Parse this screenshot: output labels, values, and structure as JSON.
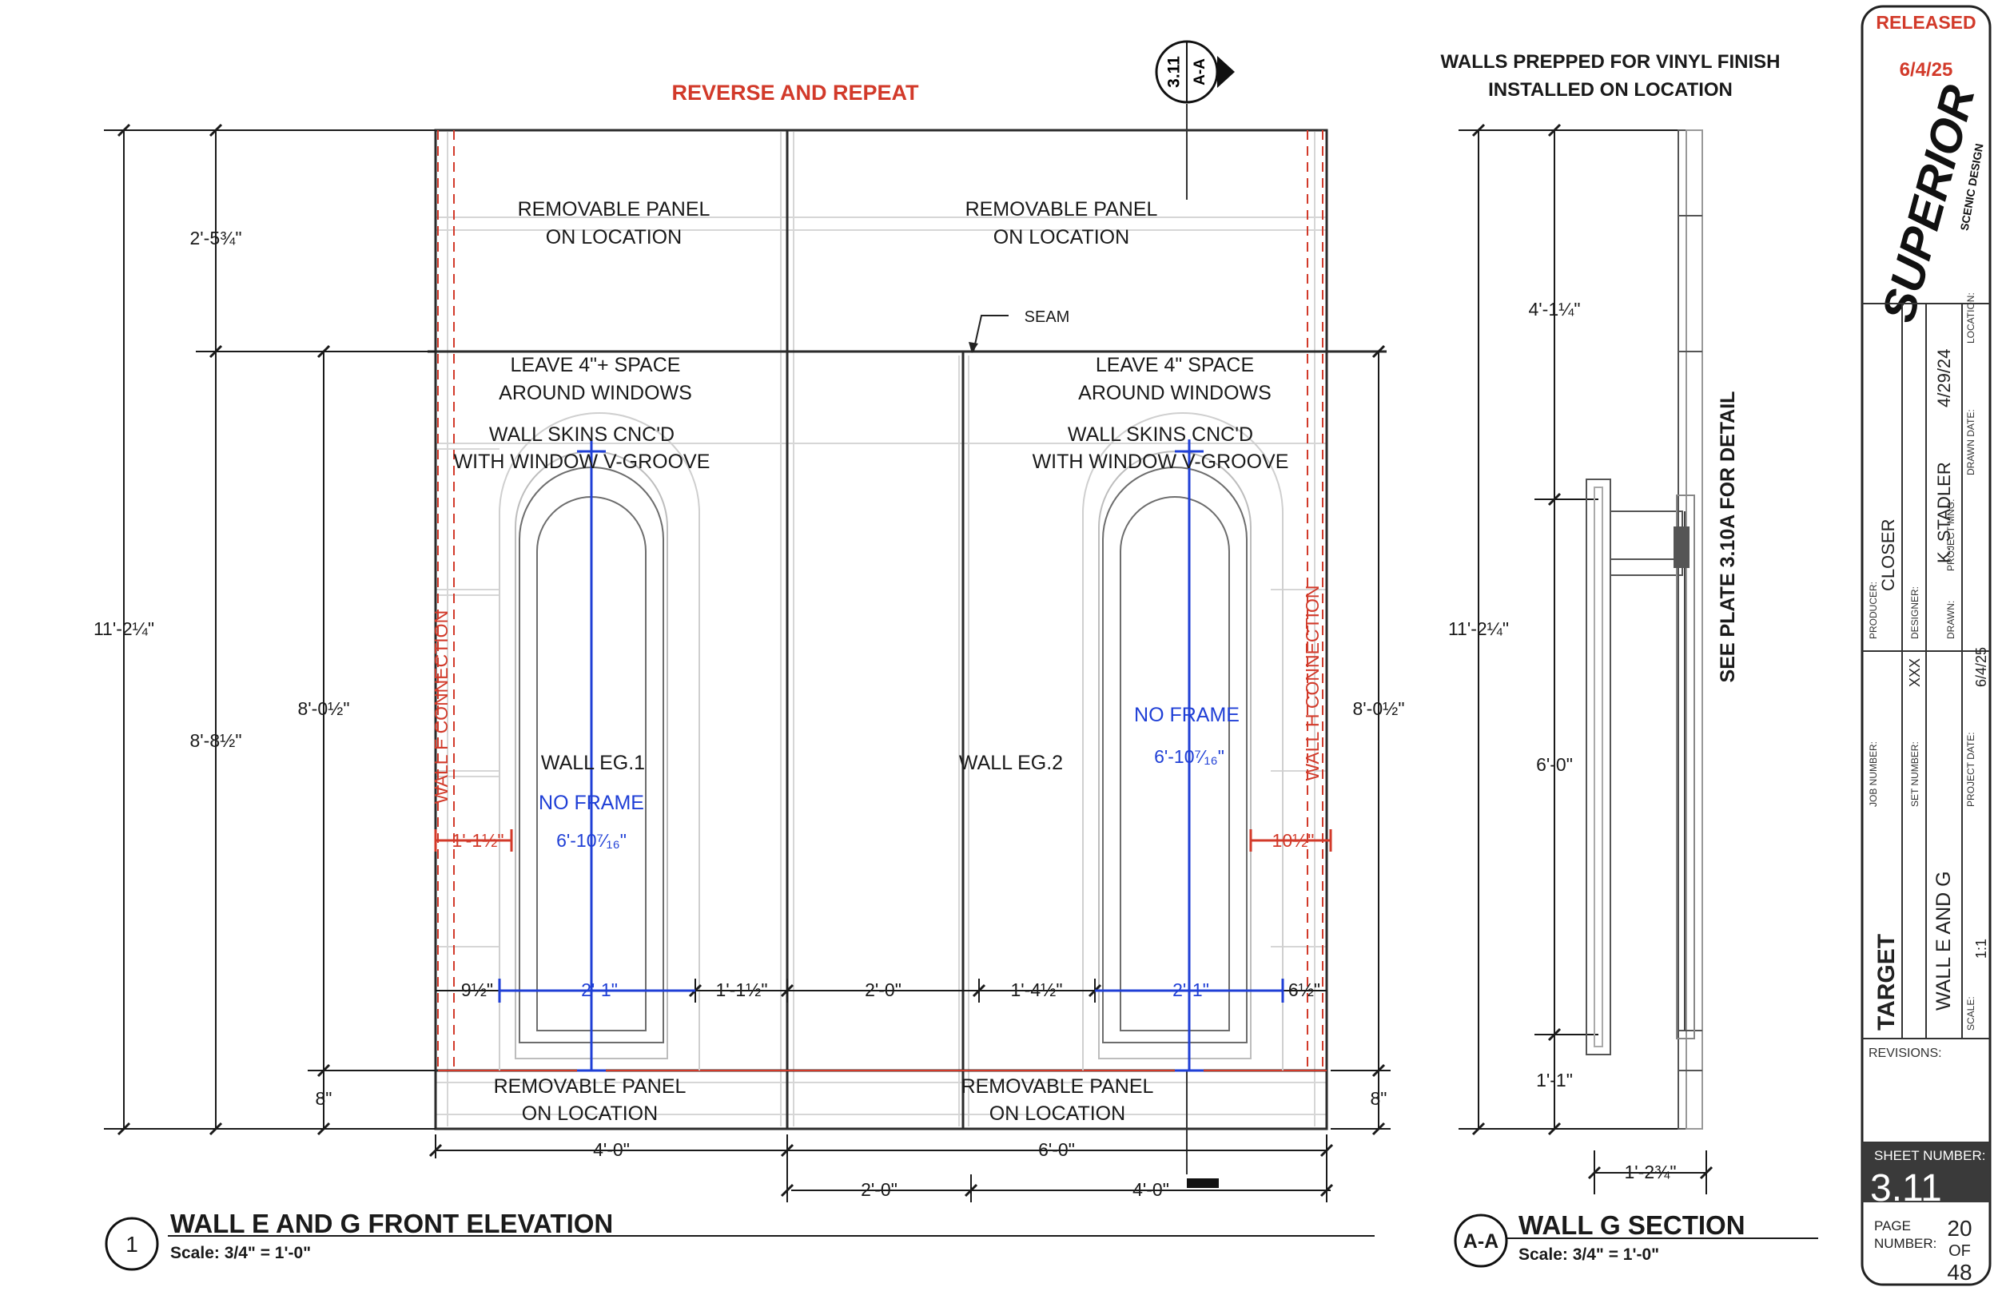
{
  "colors": {
    "ink": "#1a1a1a",
    "red": "#d23a2a",
    "blue": "#1f3fd6",
    "grey": "#9a9a9a",
    "lightgrey": "#cfcfcf",
    "panel": "#3a3a3a"
  },
  "notes": {
    "reverse_repeat": "REVERSE AND REPEAT",
    "vinyl_1": "WALLS PREPPED FOR VINYL FINISH",
    "vinyl_2": "INSTALLED ON LOCATION",
    "seam": "SEAM",
    "removable_1": "REMOVABLE PANEL",
    "removable_2": "ON LOCATION",
    "leave_left_1": "LEAVE 4\"+ SPACE",
    "leave_right_1": "LEAVE 4\" SPACE",
    "around": "AROUND WINDOWS",
    "skins_1": "WALL SKINS CNC'D",
    "skins_2": "WITH WINDOW V-GROOVE",
    "wall_eg1": "WALL EG.1",
    "wall_eg2": "WALL EG.2",
    "no_frame": "NO FRAME",
    "wall_f": "WALL F CONNECTION",
    "wall_h": "WALL H CONNECTION",
    "see_plate": "SEE PLATE 3.10A FOR DETAIL"
  },
  "section_marker": {
    "sheet": "3.11",
    "id": "A-A"
  },
  "dims": {
    "d_2_5": "2'-5¾\"",
    "d_11_2": "11'-2¼\"",
    "d_8_8": "8'-8½\"",
    "d_8_0": "8'-0½\"",
    "d_8": "8\"",
    "d_6_10": "6'-10⁷⁄₁₆\"",
    "d_1_1h": "1'-1½\"",
    "d_10h": "10½\"",
    "d_9h": "9½\"",
    "d_2_1": "2'-1\"",
    "d_2_0": "2'-0\"",
    "d_1_4h": "1'-4½\"",
    "d_6h": "6½\"",
    "d_4_0": "4'-0\"",
    "d_6_0": "6'-0\"",
    "d_4_1q": "4'-1¼\"",
    "d_1_1": "1'-1\"",
    "d_1_2": "1'-2¾\""
  },
  "views": {
    "front": {
      "num": "1",
      "title": "WALL E AND G FRONT ELEVATION",
      "scale": "Scale: 3/4\" = 1'-0\""
    },
    "section": {
      "num": "A-A",
      "title": "WALL G SECTION",
      "scale": "Scale: 3/4\" = 1'-0\""
    }
  },
  "titleblock": {
    "status": "RELEASED",
    "release_date": "6/4/25",
    "logo": "SUPERIOR",
    "logo_sub": "SCENIC DESIGN",
    "producer_label": "PRODUCER:",
    "producer": "CLOSER",
    "designer_label": "DESIGNER:",
    "drawn_label": "DRAWN:",
    "drawn": "K. STADLER",
    "pm_label": "PROJECT MNG:",
    "drawn_date_label": "DRAWN DATE:",
    "drawn_date": "4/29/24",
    "location_label": "LOCATION:",
    "job_label": "JOB NUMBER:",
    "set_label": "SET NUMBER:",
    "set_number": "XXX",
    "project_date_label": "PROJECT DATE:",
    "project_date": "6/4/25",
    "client": "TARGET",
    "sheet_title": "WALL E AND G",
    "scale_label": "SCALE:",
    "scale": "1:1",
    "revisions_label": "REVISIONS:",
    "sheet_number_label": "SHEET NUMBER:",
    "sheet_number": "3.11",
    "page_label_1": "PAGE",
    "page_label_2": "NUMBER:",
    "page": "20",
    "of": "OF",
    "total": "48"
  }
}
